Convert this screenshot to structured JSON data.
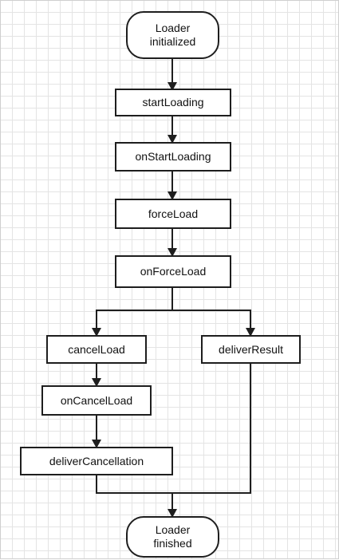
{
  "colors": {
    "stroke": "#1e1e1e",
    "grid": "#e4e4e4",
    "node_fill": "#ffffff",
    "text": "#111111"
  },
  "nodes": {
    "start": "Loader\ninitialized",
    "start_loading": "startLoading",
    "on_start_loading": "onStartLoading",
    "force_load": "forceLoad",
    "on_force_load": "onForceLoad",
    "cancel_load": "cancelLoad",
    "deliver_result": "deliverResult",
    "on_cancel_load": "onCancelLoad",
    "deliver_cancellation": "deliverCancellation",
    "end": "Loader\nfinished"
  },
  "edges": [
    [
      "start",
      "start_loading"
    ],
    [
      "start_loading",
      "on_start_loading"
    ],
    [
      "on_start_loading",
      "force_load"
    ],
    [
      "force_load",
      "on_force_load"
    ],
    [
      "on_force_load",
      "cancel_load"
    ],
    [
      "on_force_load",
      "deliver_result"
    ],
    [
      "cancel_load",
      "on_cancel_load"
    ],
    [
      "on_cancel_load",
      "deliver_cancellation"
    ],
    [
      "deliver_cancellation",
      "end"
    ],
    [
      "deliver_result",
      "end"
    ]
  ]
}
